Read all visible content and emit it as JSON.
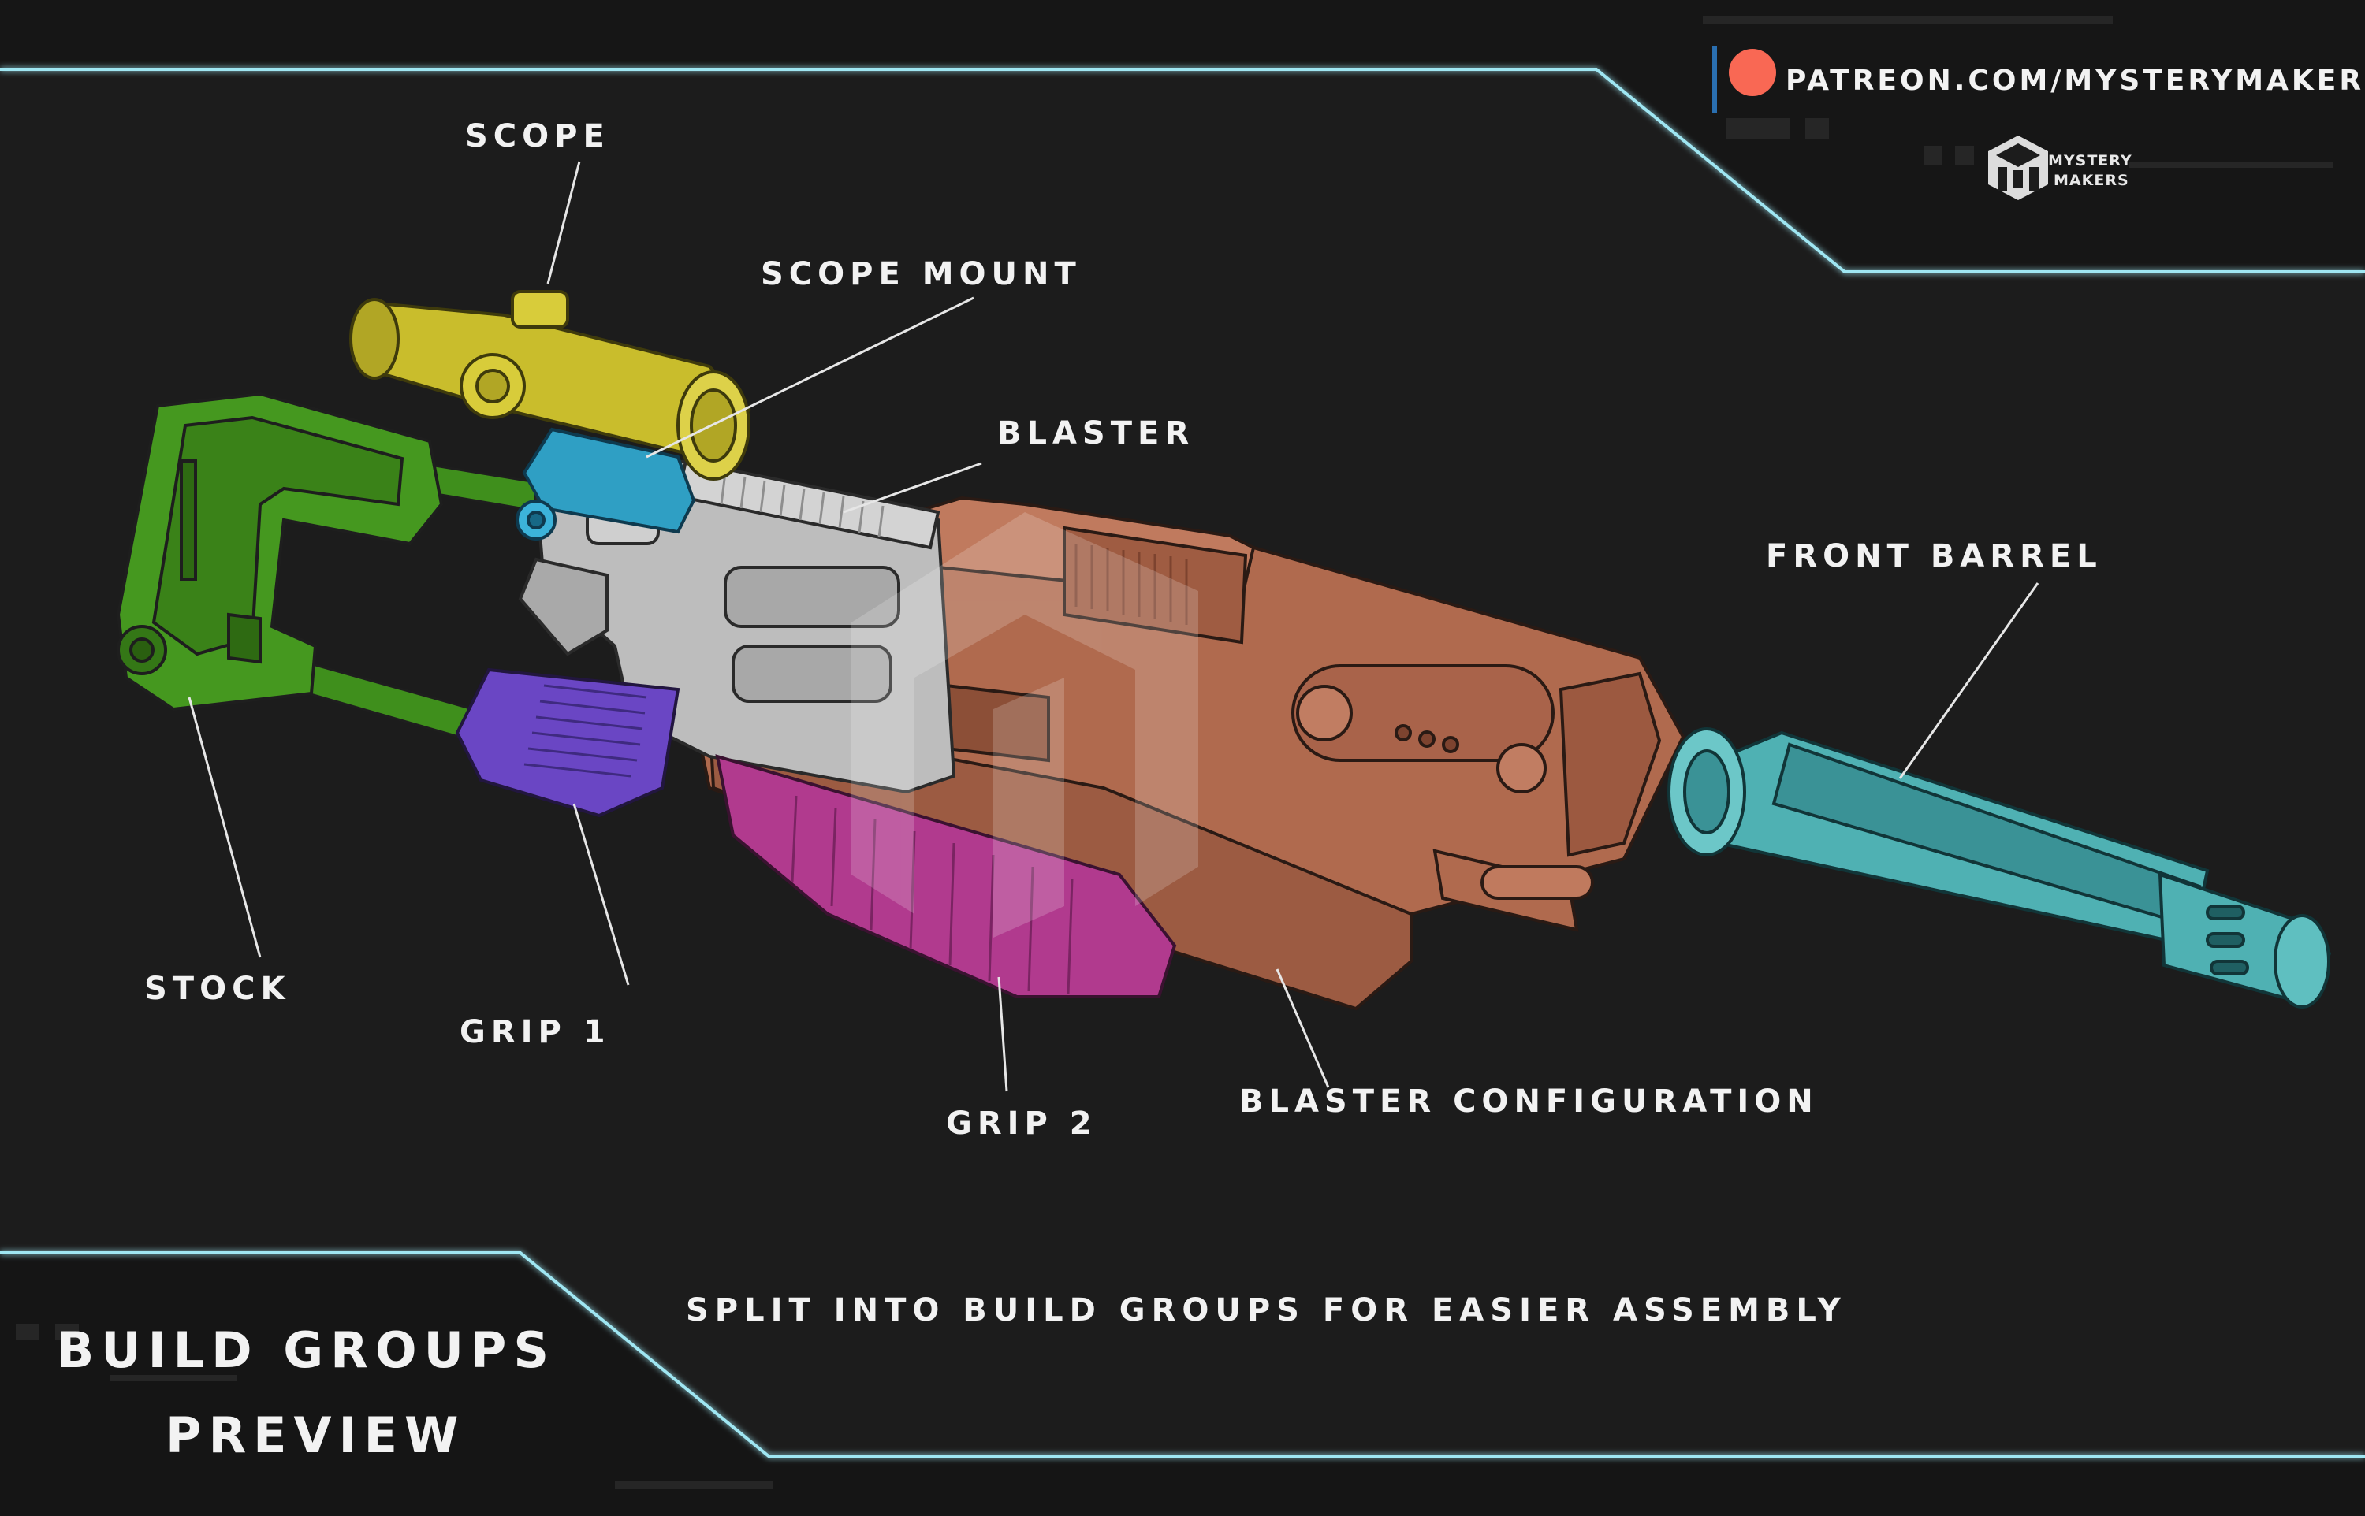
{
  "header": {
    "patreon_url": "PATREON.COM/MYSTERYMAKERS",
    "logo_line1": "MYSTERY",
    "logo_line2": "MAKERS"
  },
  "title": {
    "line1": "BUILD GROUPS",
    "line2": "PREVIEW"
  },
  "subtitle": "SPLIT INTO BUILD GROUPS FOR EASIER ASSEMBLY",
  "parts": {
    "scope": "SCOPE",
    "scope_mount": "SCOPE MOUNT",
    "blaster": "BLASTER",
    "front_barrel": "FRONT BARREL",
    "stock": "STOCK",
    "grip1": "GRIP 1",
    "grip2": "GRIP 2",
    "blaster_configuration": "BLASTER CONFIGURATION"
  },
  "colors": {
    "background": "#1c1c1c",
    "frame_line": "#8fe0f0",
    "patreon_dot": "#f96854",
    "stock": "#3f8f1c",
    "scope": "#c9bd2c",
    "scope_mount": "#2f9fc4",
    "blaster": "#b9b9b9",
    "blaster_configuration": "#b06a4e",
    "grip1": "#6a46c4",
    "grip2": "#b13a8e",
    "front_barrel": "#3a9fa3"
  }
}
